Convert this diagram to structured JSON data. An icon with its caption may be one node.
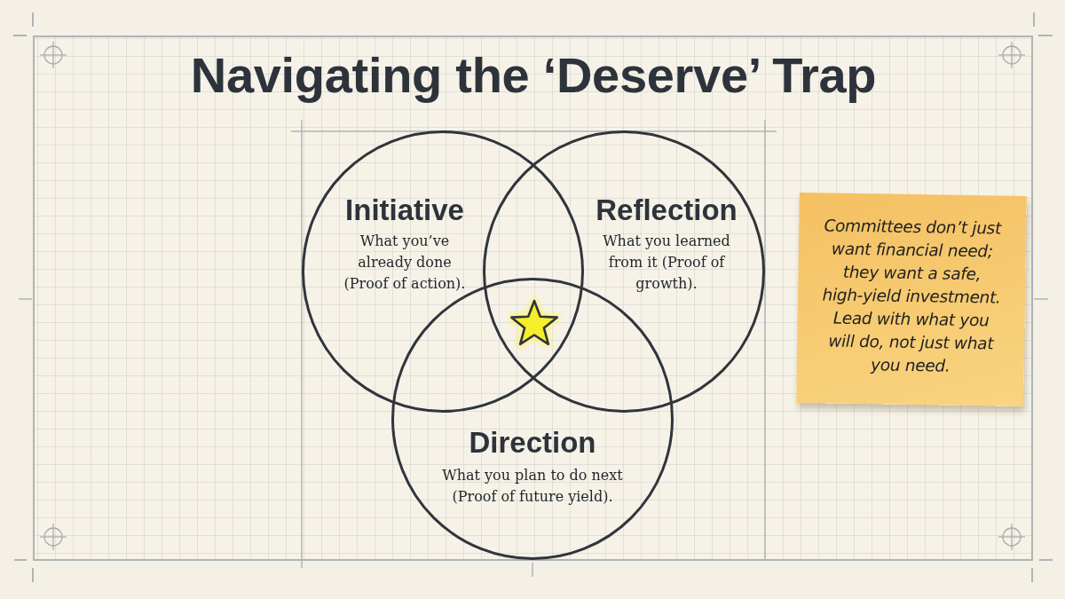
{
  "diagram": {
    "title": "Navigating the ‘Deserve’ Trap",
    "nodes": [
      {
        "text": [
          "Initiative",
          "What you’ve already done (Proof of action)."
        ]
      },
      {
        "text": [
          "Reflection",
          "What you learned from it (Proof of growth)."
        ]
      },
      {
        "text": [
          "Direction",
          "What you plan to do next (Proof of future yield)."
        ]
      },
      {
        "text": [
          "Committees don’t just want financial need; they want a safe, high-yield investment. Lead with what you will do, not just what you need."
        ]
      }
    ]
  }
}
